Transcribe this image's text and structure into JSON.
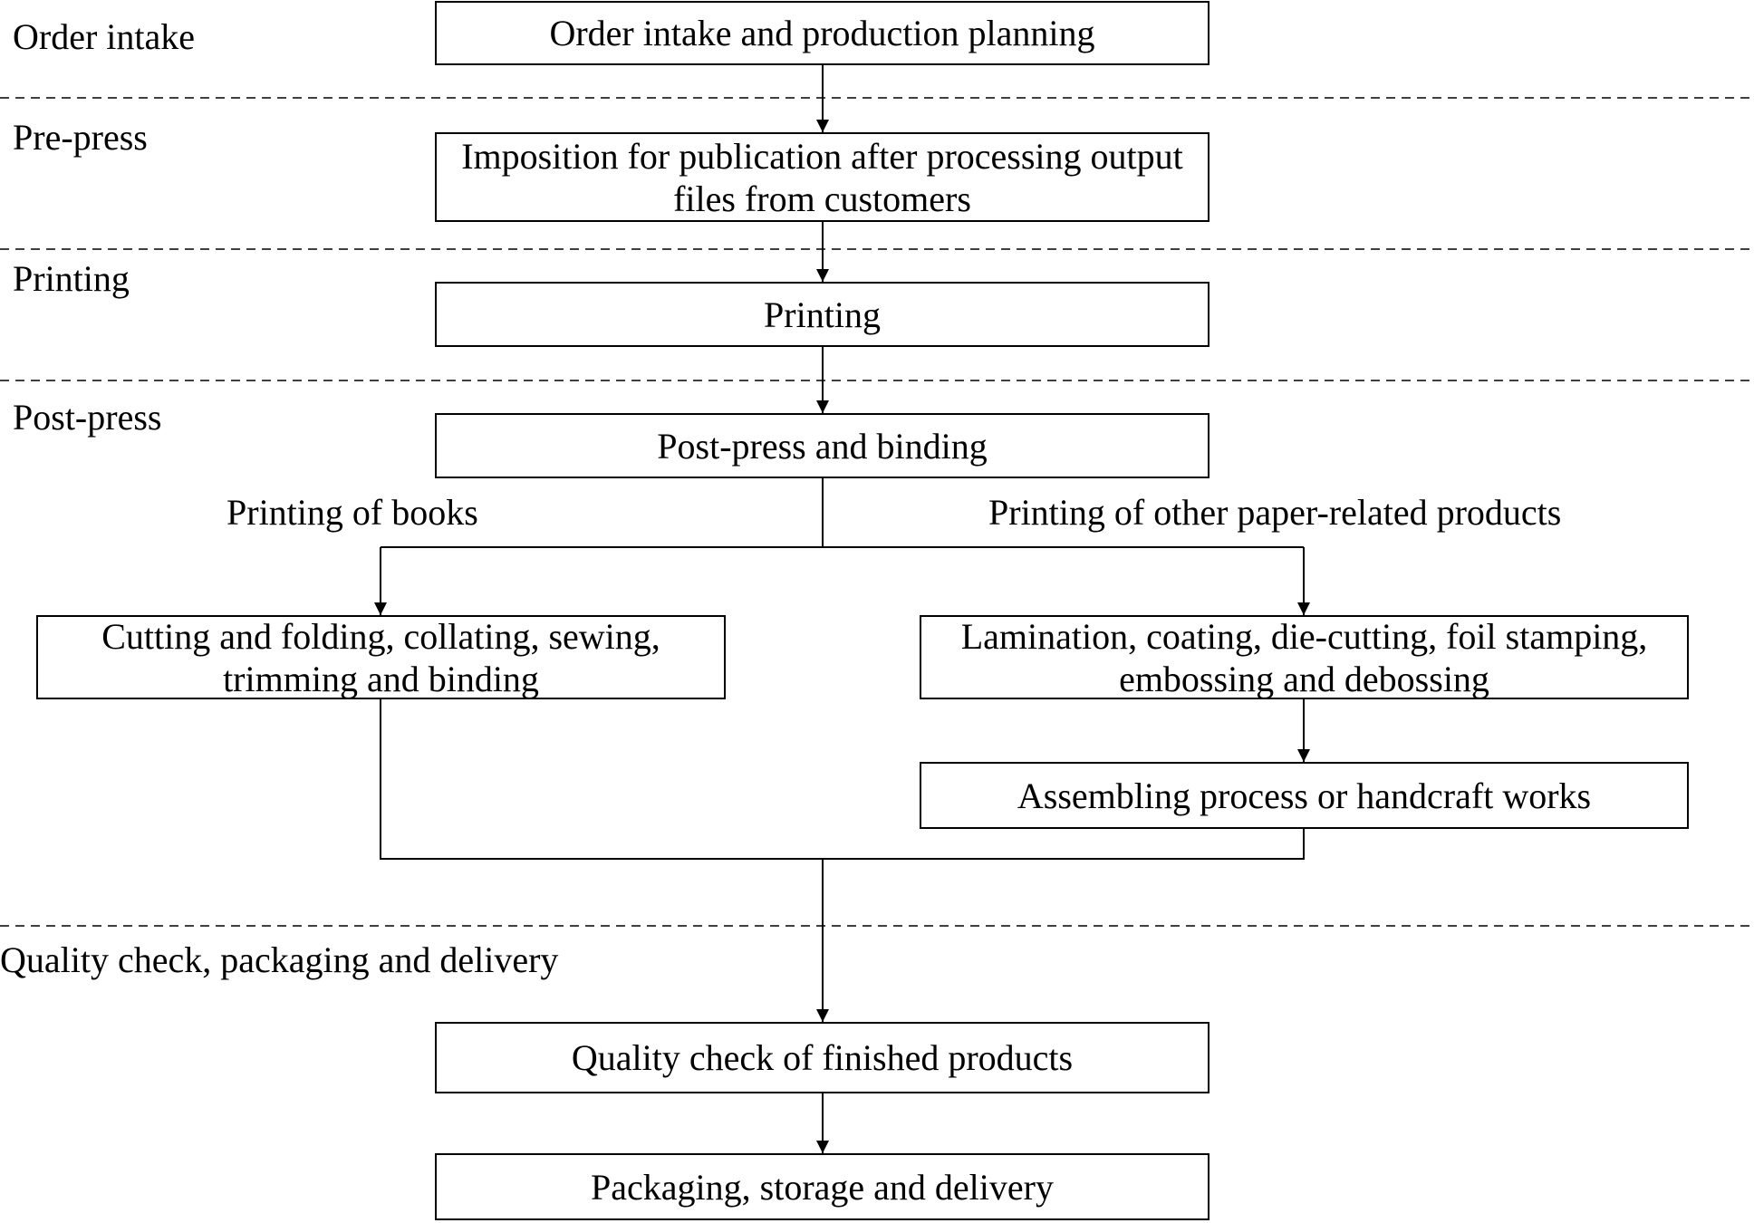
{
  "stages": {
    "order_intake": "Order intake",
    "pre_press": "Pre-press",
    "printing": "Printing",
    "post_press": "Post-press",
    "quality": "Quality check, packaging and delivery"
  },
  "steps": {
    "order_planning": "Order intake and production planning",
    "imposition": "Imposition for publication after processing output files from customers",
    "printing": "Printing",
    "post_press_binding": "Post-press and binding",
    "books_finishing": "Cutting and folding, collating, sewing, trimming and binding",
    "other_finishing": "Lamination, coating, die-cutting, foil stamping, embossing and debossing",
    "assembling": "Assembling process or handcraft works",
    "quality_check": "Quality check of finished products",
    "packaging": "Packaging, storage and delivery"
  },
  "branches": {
    "books": "Printing of books",
    "other": "Printing of other paper-related products"
  }
}
